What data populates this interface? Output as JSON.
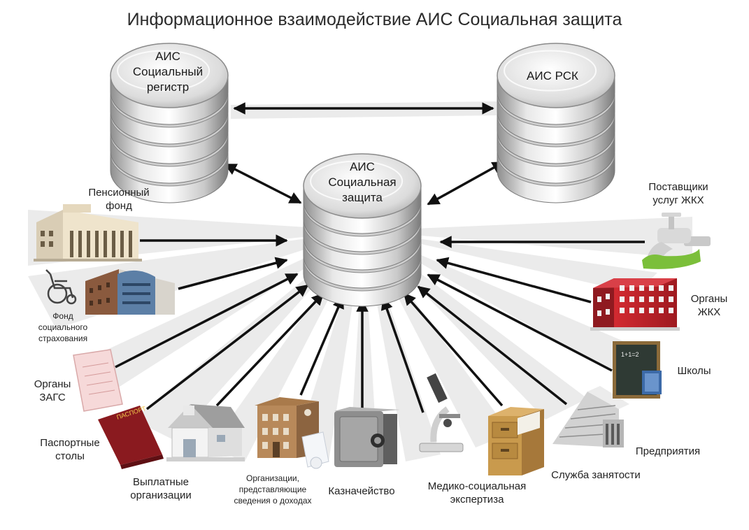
{
  "title": "Информационное взаимодействие АИС Социальная защита",
  "databases": {
    "register": [
      "АИС",
      "Социальный",
      "регистр"
    ],
    "rsk": [
      "АИС РСК"
    ],
    "center": [
      "АИС",
      "Социальная",
      "защита"
    ]
  },
  "nodes": {
    "pension_fund": [
      "Пенсионный",
      "фонд"
    ],
    "social_insurance": [
      "Фонд",
      "социального",
      "страхования"
    ],
    "zags": [
      "Органы",
      "ЗАГС"
    ],
    "passport": [
      "Паспортные",
      "столы"
    ],
    "payment_orgs": [
      "Выплатные",
      "организации"
    ],
    "income_orgs": [
      "Организации,",
      "представляющие",
      "сведения о доходах"
    ],
    "treasury": [
      "Казначейство"
    ],
    "mse": [
      "Медико-социальная",
      "экспертиза"
    ],
    "employment": [
      "Служба занятости"
    ],
    "enterprises": [
      "Предприятия"
    ],
    "schools": [
      "Школы"
    ],
    "housing_bodies": [
      "Органы",
      "ЖКХ"
    ],
    "housing_suppliers": [
      "Поставщики",
      "услуг ЖКХ"
    ]
  },
  "icons": {
    "passport_cover": "ПАСПОРТ",
    "blackboard": "1+1=2"
  },
  "colors": {
    "arrow": "#111111",
    "ray": "#e6e6e6",
    "disk_light": "#f2f2f2",
    "disk_dark": "#8c8c8c",
    "passport": "#8a1a1f",
    "faucet": "#7bbf3a",
    "building_red": "#c0202a"
  }
}
